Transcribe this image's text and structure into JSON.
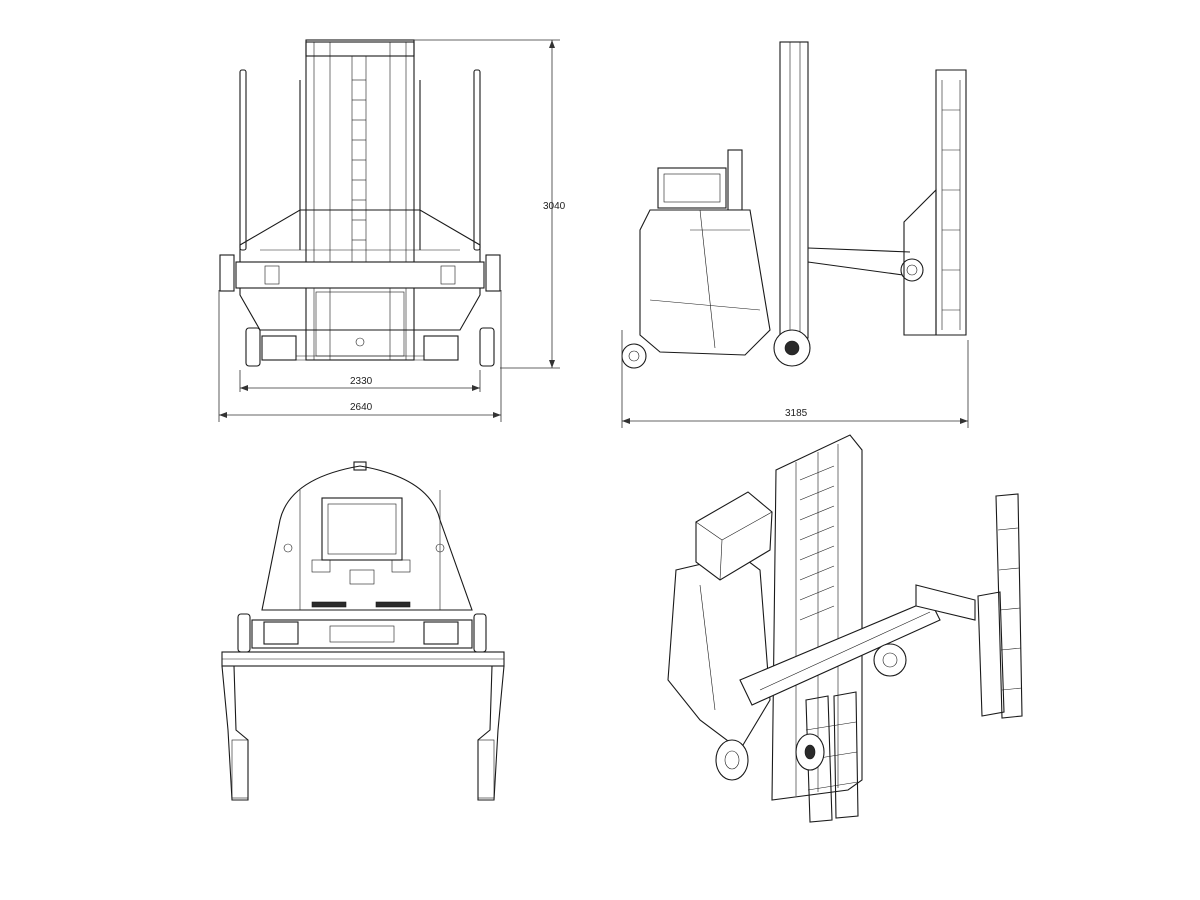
{
  "dimensions": {
    "height": "3040",
    "inner_width": "2330",
    "outer_width": "2640",
    "length": "3185"
  },
  "colors": {
    "line": "#1a1a1a",
    "background": "#ffffff"
  },
  "views": [
    "front-view",
    "side-view",
    "rear-view",
    "isometric-view"
  ]
}
